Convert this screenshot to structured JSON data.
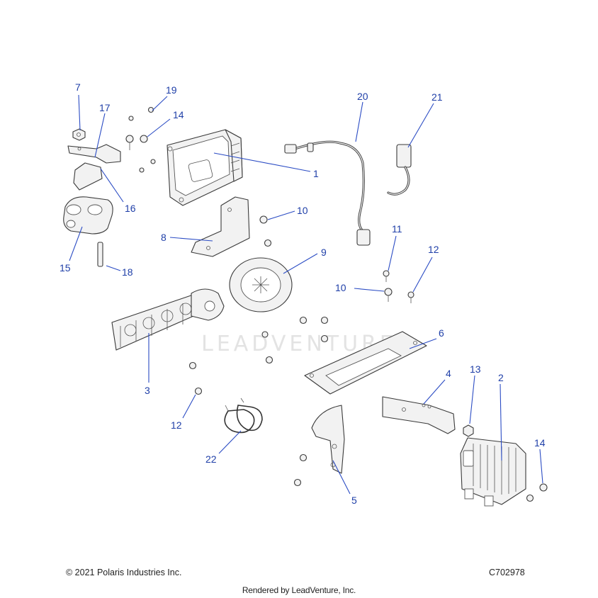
{
  "footer": {
    "copyright": "© 2021 Polaris Industries Inc.",
    "drawing_id": "C702978",
    "rendered_by": "Rendered by LeadVenture, Inc."
  },
  "watermark": {
    "text": "LEADVENTURE"
  },
  "callouts": {
    "c1": "1",
    "c2": "2",
    "c3": "3",
    "c4": "4",
    "c5": "5",
    "c6": "6",
    "c7": "7",
    "c8": "8",
    "c9": "9",
    "c10a": "10",
    "c10b": "10",
    "c11": "11",
    "c12a": "12",
    "c12b": "12",
    "c13": "13",
    "c14a": "14",
    "c14b": "14",
    "c15": "15",
    "c16": "16",
    "c17": "17",
    "c18": "18",
    "c19": "19",
    "c20": "20",
    "c21": "21",
    "c22": "22"
  },
  "colors": {
    "callout_text": "#1f3fa8",
    "leader_line": "#2b4cc4",
    "watermark": "#e3e3e3"
  }
}
